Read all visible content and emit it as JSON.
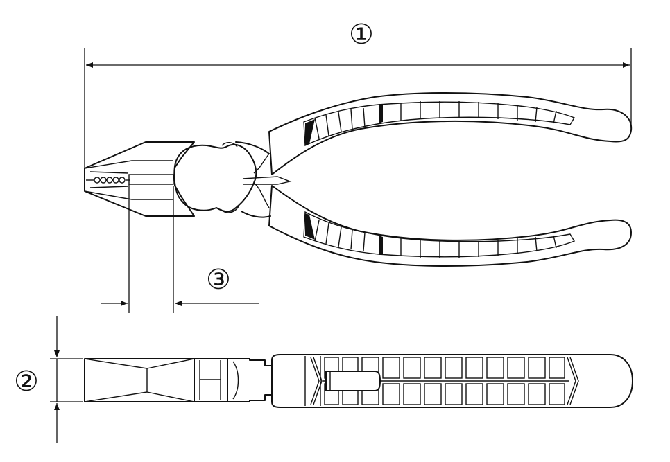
{
  "labels": {
    "overall_length": "①",
    "thickness": "②",
    "jaw_length": "③"
  }
}
